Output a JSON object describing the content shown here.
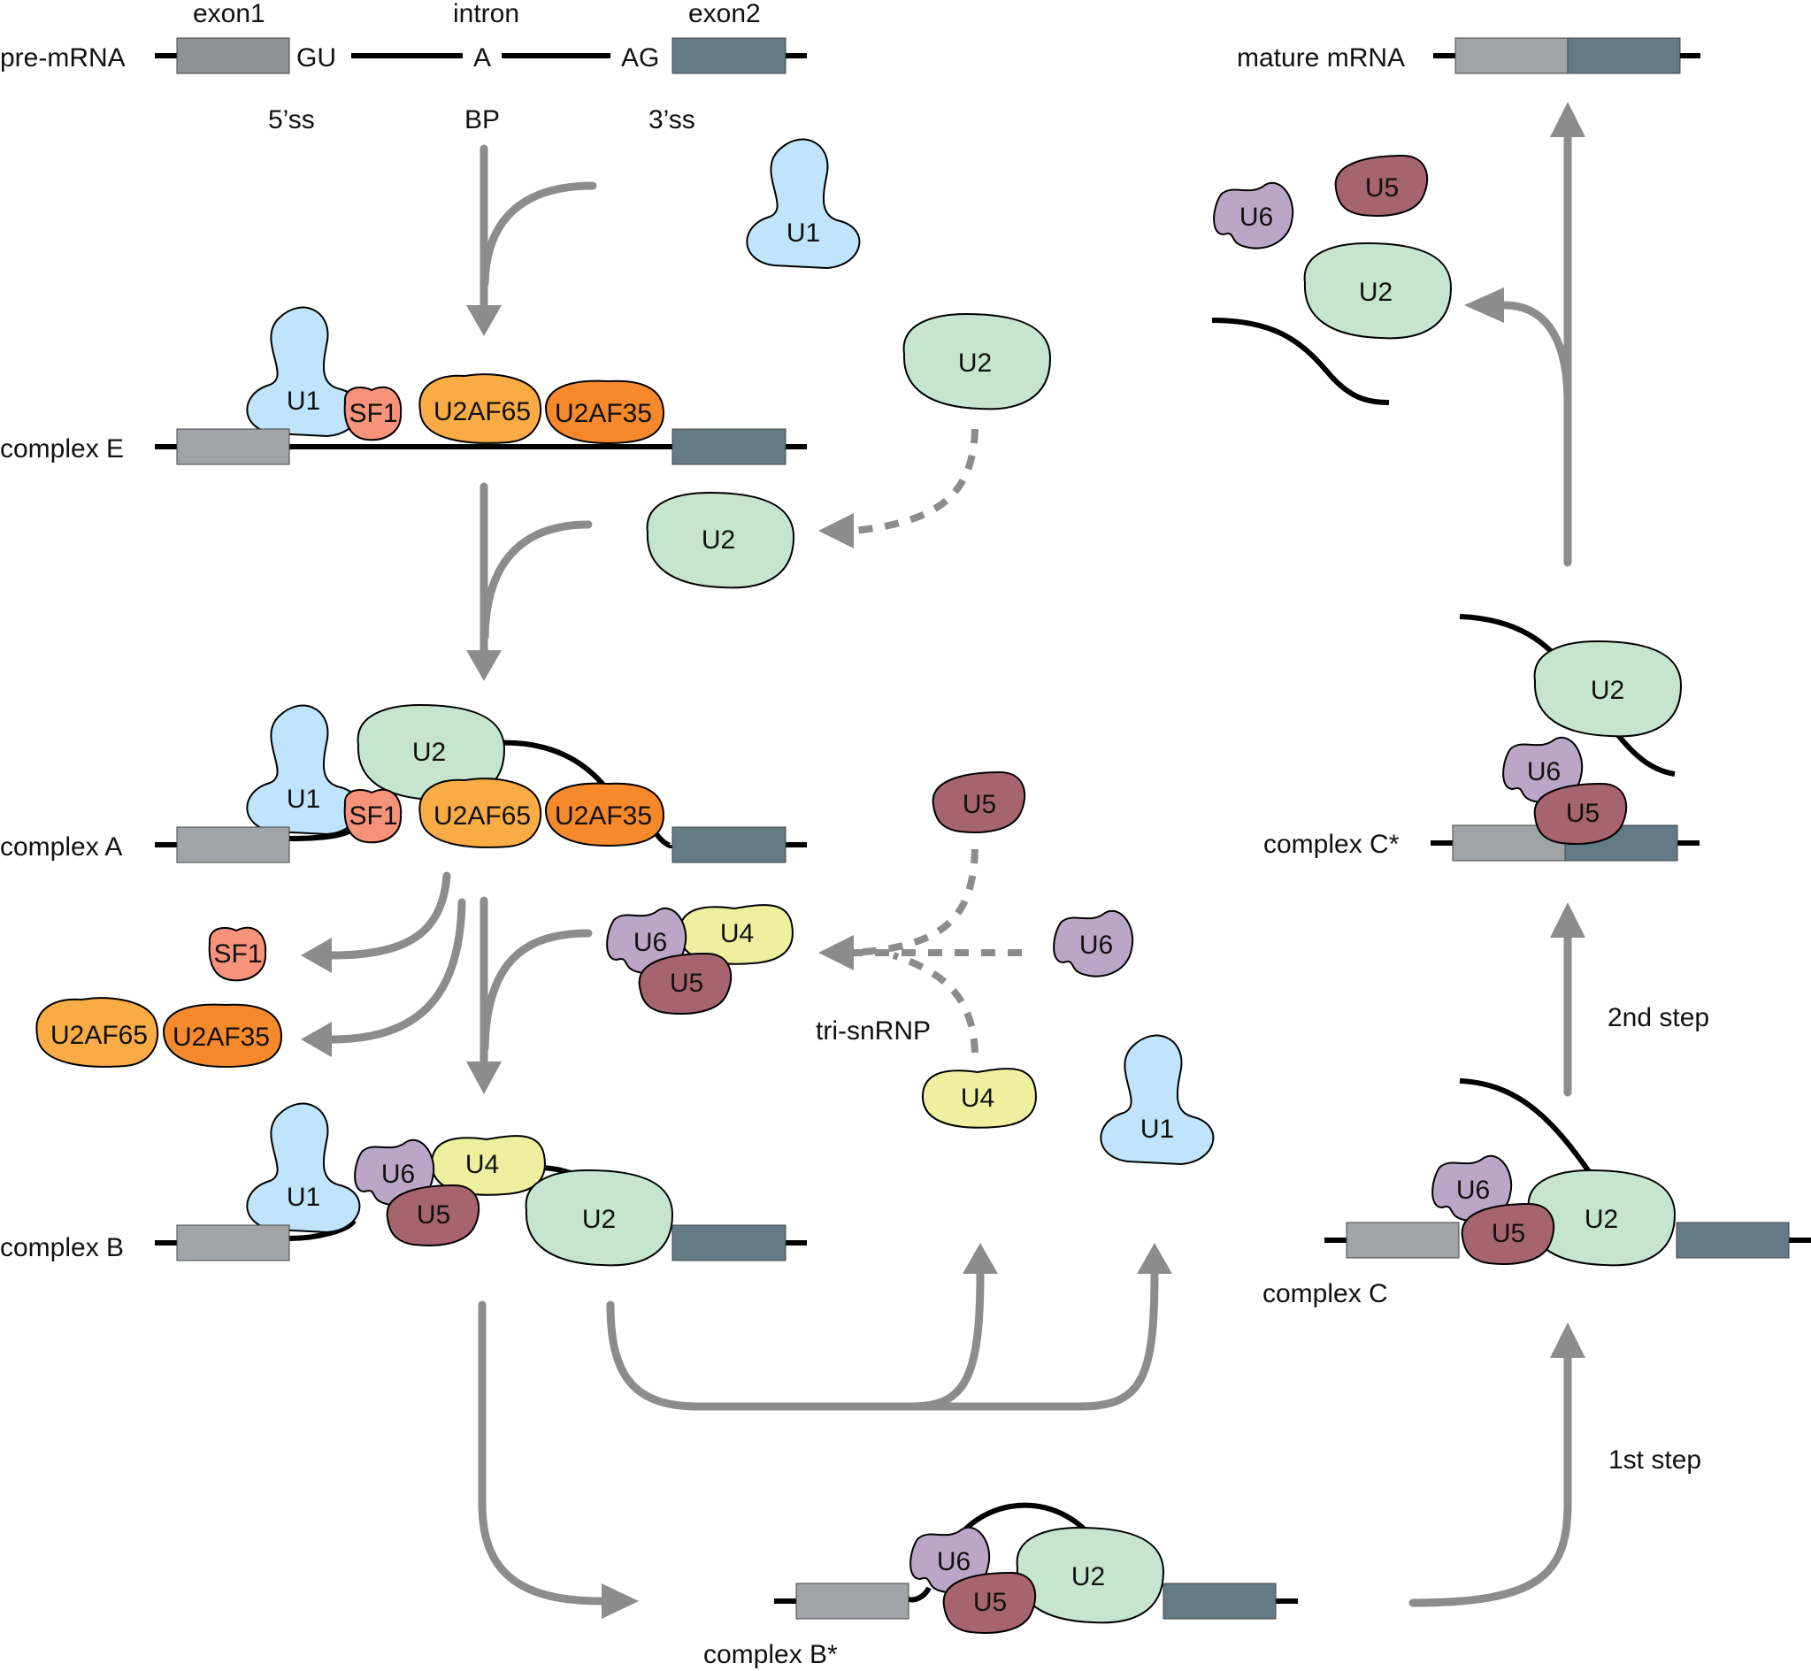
{
  "colors": {
    "U1": "#bfe4fb",
    "U2": "#c5e5cf",
    "U4": "#eef0a0",
    "U5": "#a6646e",
    "U6": "#bca6c8",
    "SF1": "#f7937a",
    "U2AF65": "#f9ac45",
    "U2AF35": "#f6892c",
    "exon1": "#8e9195",
    "exon1_light": "#a0a4a8",
    "exon2": "#637a87",
    "arrow": "#8c8c8c"
  },
  "header": {
    "exon1": "exon1",
    "intron": "intron",
    "exon2": "exon2",
    "pre_mrna": "pre-mRNA",
    "gu": "GU",
    "a": "A",
    "ag": "AG",
    "ss5": "5’ss",
    "bp": "BP",
    "ss3": "3’ss",
    "mature_mrna": "mature mRNA"
  },
  "complexes": {
    "e": "complex E",
    "a": "complex A",
    "b": "complex B",
    "bstar": "complex B*",
    "c": "complex C",
    "cstar": "complex C*"
  },
  "steps": {
    "first": "1st step",
    "second": "2nd step",
    "tri": "tri-snRNP"
  },
  "proteins": {
    "U1": "U1",
    "U2": "U2",
    "U4": "U4",
    "U5": "U5",
    "U6": "U6",
    "SF1": "SF1",
    "U2AF65": "U2AF65",
    "U2AF35": "U2AF35"
  }
}
